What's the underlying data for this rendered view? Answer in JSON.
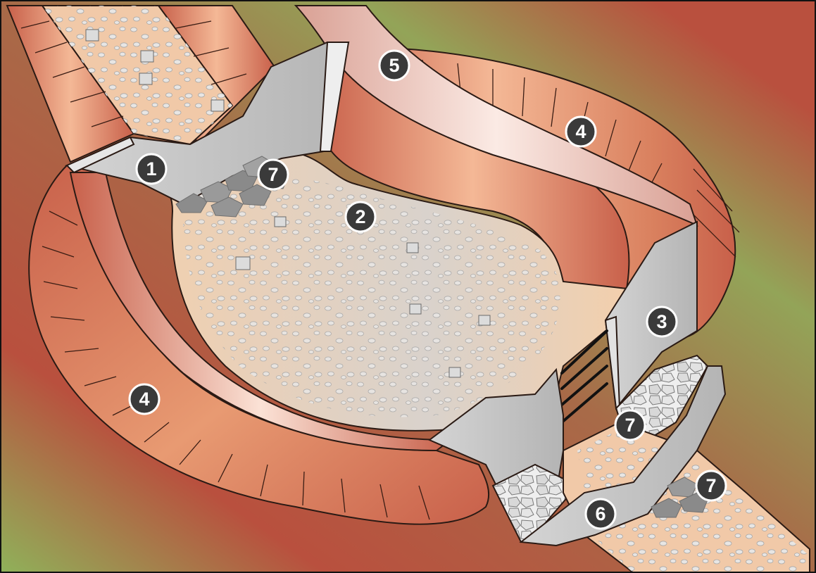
{
  "labels": [
    {
      "key": "inlet",
      "text": "1"
    },
    {
      "key": "basin_floor",
      "text": "2"
    },
    {
      "key": "outlet_riser",
      "text": "3"
    },
    {
      "key": "embankment_left",
      "text": "4"
    },
    {
      "key": "embankment_right",
      "text": "4"
    },
    {
      "key": "spillway_channel",
      "text": "5"
    },
    {
      "key": "outlet_apron",
      "text": "6"
    },
    {
      "key": "riprap_inlet",
      "text": "7"
    },
    {
      "key": "riprap_outlet_upper",
      "text": "7"
    },
    {
      "key": "riprap_outlet_lower",
      "text": "7"
    }
  ],
  "colors": {
    "background_green": "#8fb25a",
    "background_red": "#b9503e",
    "embankment": "#c8604a",
    "embankment_light": "#f4b896",
    "basin_floor": "#f1c9a8",
    "concrete": "#c6c6c6",
    "concrete_dark": "#9a9a9a",
    "badge": "#3a3a3a"
  }
}
